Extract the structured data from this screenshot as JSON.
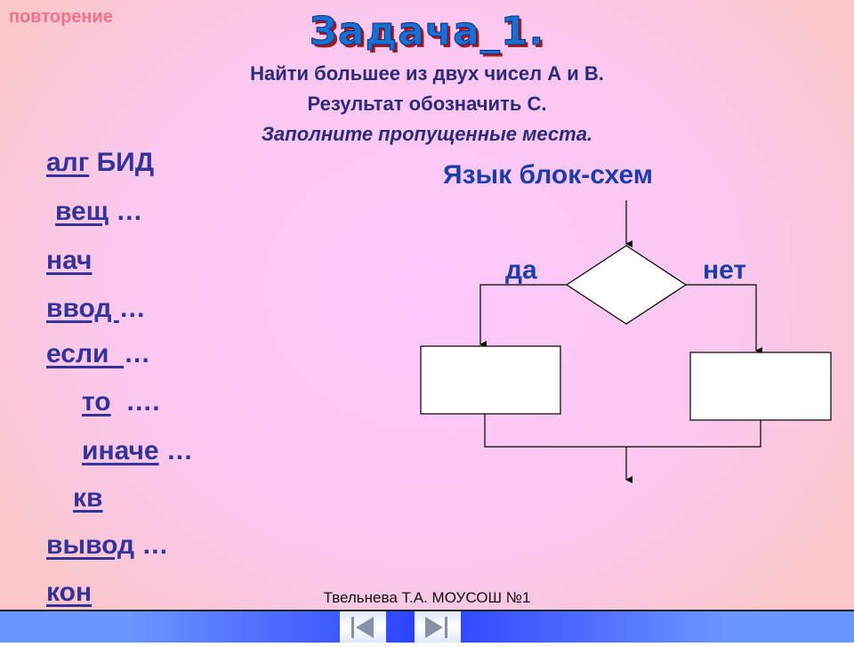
{
  "header": {
    "repeat_link": "повторение",
    "title": "Задача_1.",
    "line1": "Найти большее из двух чисел А и В.",
    "line2": "Результат обозначить С.",
    "line3": "Заполните пропущенные места."
  },
  "code": [
    {
      "kw": "алг",
      "rest": " БИД"
    },
    {
      "kw": "вещ",
      "rest": " …"
    },
    {
      "kw": "нач",
      "rest": ""
    },
    {
      "kw": "ввод ",
      "rest": "…"
    },
    {
      "kw": "если  ",
      "rest": "…"
    },
    {
      "kw": "то",
      "rest": "  …."
    },
    {
      "kw": "иначе",
      "rest": " …"
    },
    {
      "kw": "кв",
      "rest": ""
    },
    {
      "kw": "вывод",
      "rest": " …"
    },
    {
      "kw": "кон",
      "rest": ""
    }
  ],
  "flowchart": {
    "title": "Язык блок-схем",
    "yes": "да",
    "no": "нет"
  },
  "footer": {
    "author": "Твельнева Т.А. МОУСОШ №1"
  },
  "nav": {
    "prev_icon": "skip-back-icon",
    "next_icon": "skip-forward-icon"
  }
}
